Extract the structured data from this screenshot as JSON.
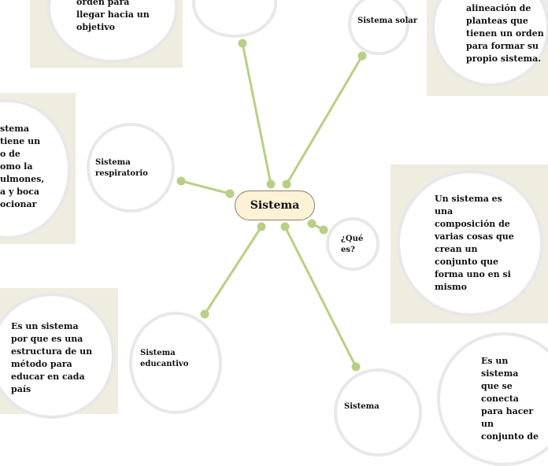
{
  "central_topic": {
    "label": "Sistema"
  },
  "colors": {
    "connector": "#b9cf85",
    "panel": "#efece0",
    "center_fill": "#fdf2d6",
    "circle_border": "#e8e8e8"
  },
  "topics": [
    {
      "id": "solar",
      "label": "Sistema solar"
    },
    {
      "id": "respiratorio",
      "label": "Sistema respiratorio"
    },
    {
      "id": "que-es",
      "label": "¿Qué es?"
    },
    {
      "id": "educativo",
      "label": "Sistema educantivo"
    },
    {
      "id": "bottom",
      "label": "Sistema"
    }
  ],
  "notes": [
    {
      "id": "top-left",
      "text": "orden para\nllegar hacia un\nobjetivo"
    },
    {
      "id": "top-right",
      "text": "alineación de\nplanteas que\ntienen un orden\npara formar su\npropio sistema."
    },
    {
      "id": "left",
      "text": "stema\ntiene un\no de\nomo la\nulmones,\na y boca\nocionar"
    },
    {
      "id": "right",
      "text": "Un sistema es\nuna\ncomposición de\nvarias cosas que\ncrean un\nconjunto que\nforma uno en si\nmismo"
    },
    {
      "id": "bottom-left",
      "text": "Es un sistema\npor que es una\nestructura de un\nmétodo para\neducar en cada\npaís"
    },
    {
      "id": "bottom-right",
      "text": "Es un sistema\nque se conecta\npara hacer un\nconjunto de"
    }
  ]
}
